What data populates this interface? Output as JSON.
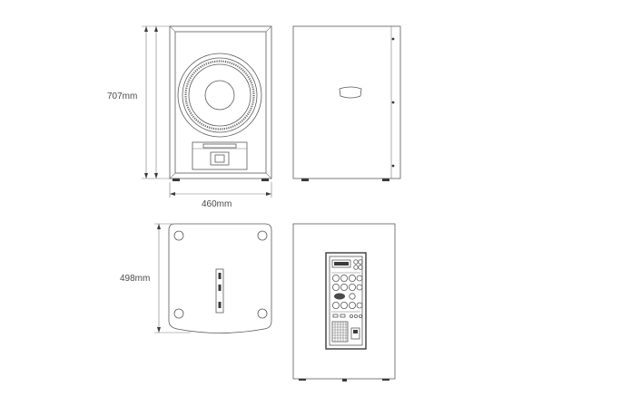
{
  "dimensions": {
    "height": "707mm",
    "width": "460mm",
    "depth": "498mm"
  },
  "views": {
    "front": "speaker-front-view",
    "side": "speaker-side-view",
    "top": "speaker-top-view",
    "rear": "speaker-rear-view"
  },
  "colors": {
    "line": "#5a5a5a",
    "background": "#ffffff"
  }
}
